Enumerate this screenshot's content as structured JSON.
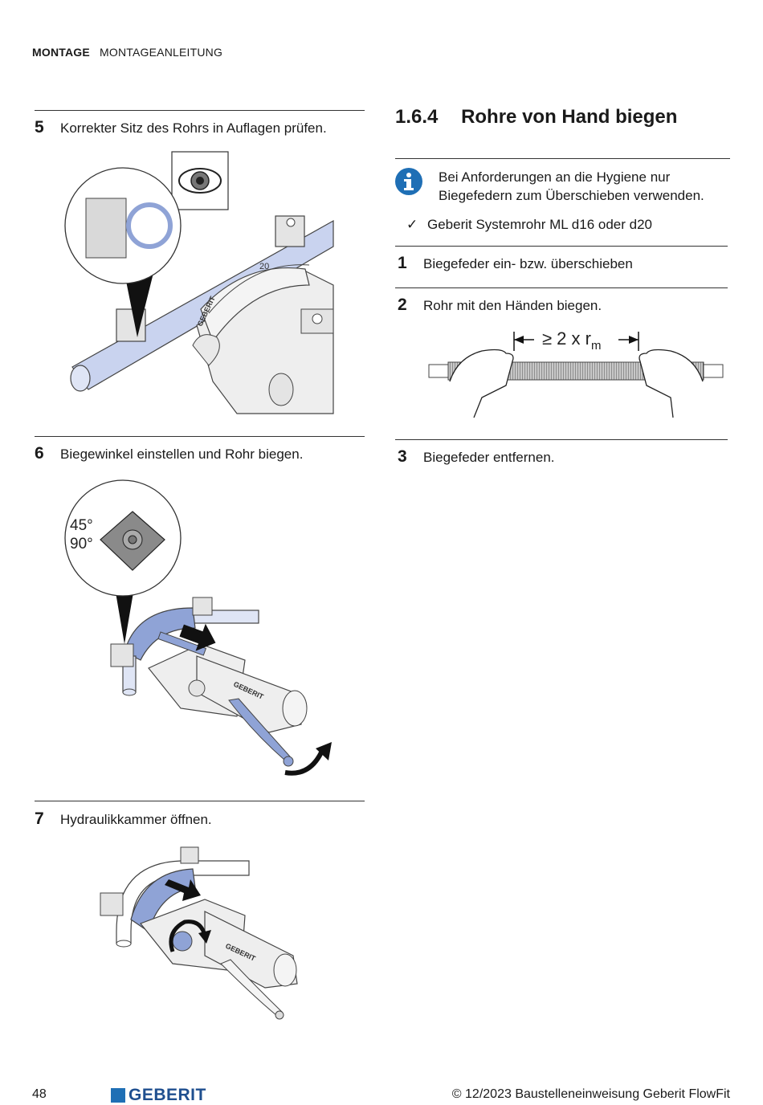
{
  "header": {
    "section": "MONTAGE",
    "subsection": "MONTAGEANLEITUNG"
  },
  "left_steps": [
    {
      "num": "5",
      "text": "Korrekter Sitz des Rohrs in Auflagen prüfen."
    },
    {
      "num": "6",
      "text": "Biegewinkel einstellen und Rohr biegen."
    },
    {
      "num": "7",
      "text": "Hydraulikkammer öffnen."
    }
  ],
  "right": {
    "section_number": "1.6.4",
    "section_title": "Rohre von Hand biegen",
    "info": "Bei Anforderungen an die Hygiene nur Biegefedern zum Überschieben verwenden.",
    "check_mark": "✓",
    "prerequisite": "Geberit Systemrohr ML d16 oder d20",
    "steps": [
      {
        "num": "1",
        "text": "Biegefeder ein- bzw. überschieben"
      },
      {
        "num": "2",
        "text": "Rohr mit den Händen biegen."
      },
      {
        "num": "3",
        "text": "Biegefeder entfernen."
      }
    ]
  },
  "figures": {
    "fig5_scale": "20",
    "fig5_brand": "GEBERIT",
    "fig6_angle1": "45°",
    "fig6_angle2": "90°",
    "fig6_brand": "GEBERIT",
    "fig7_brand": "GEBERIT",
    "bend_label": "≥ 2 x r",
    "bend_sub": "m"
  },
  "footer": {
    "page": "48",
    "logo": "GEBERIT",
    "copyright": "© 12/2023 Baustelleneinweisung Geberit FlowFit"
  },
  "colors": {
    "accent_blue": "#1f6fb5",
    "tool_blue": "#8fa3d6",
    "pipe_blue": "#c9d3ef"
  }
}
